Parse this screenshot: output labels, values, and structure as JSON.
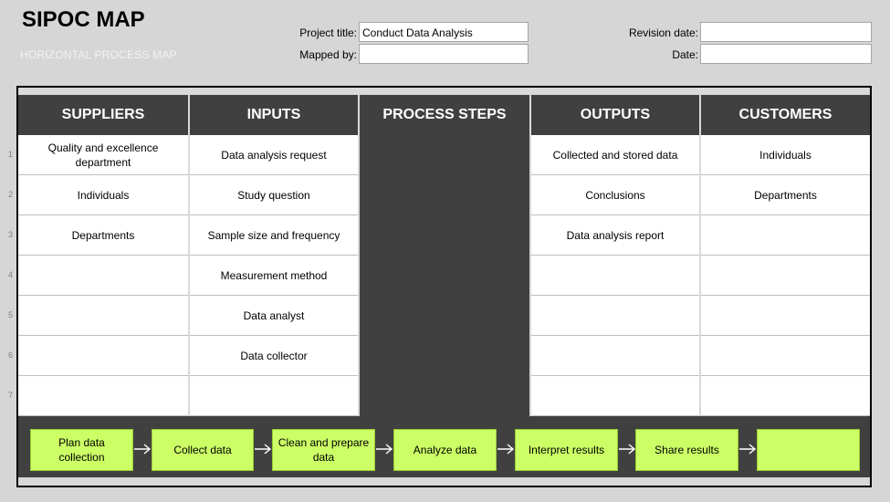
{
  "header": {
    "title": "SIPOC MAP",
    "subtitle": "HORIZONTAL PROCESS MAP",
    "project_title_label": "Project title:",
    "project_title_value": "Conduct Data Analysis",
    "mapped_by_label": "Mapped by:",
    "mapped_by_value": "",
    "revision_date_label": "Revision date:",
    "revision_date_value": "",
    "date_label": "Date:",
    "date_value": ""
  },
  "columns": {
    "suppliers": {
      "label": "SUPPLIERS",
      "rows": [
        "Quality and excellence department",
        "Individuals",
        "Departments",
        "",
        "",
        "",
        ""
      ]
    },
    "inputs": {
      "label": "INPUTS",
      "rows": [
        "Data analysis request",
        "Study question",
        "Sample size and frequency",
        "Measurement method",
        "Data analyst",
        "Data collector",
        ""
      ]
    },
    "process": {
      "label": "PROCESS STEPS"
    },
    "outputs": {
      "label": "OUTPUTS",
      "rows": [
        "Collected and stored data",
        "Conclusions",
        "Data analysis report",
        "",
        "",
        "",
        ""
      ]
    },
    "customers": {
      "label": "CUSTOMERS",
      "rows": [
        "Individuals",
        "Departments",
        "",
        "",
        "",
        "",
        ""
      ]
    }
  },
  "row_numbers": [
    "1",
    "2",
    "3",
    "4",
    "5",
    "6",
    "7"
  ],
  "process_steps": [
    "Plan data collection",
    "Collect data",
    "Clean and prepare data",
    "Analyze data",
    "Interpret results",
    "Share results",
    ""
  ],
  "colors": {
    "dark": "#404040",
    "step_fill": "#ccff66",
    "background": "#d6d6d6"
  }
}
